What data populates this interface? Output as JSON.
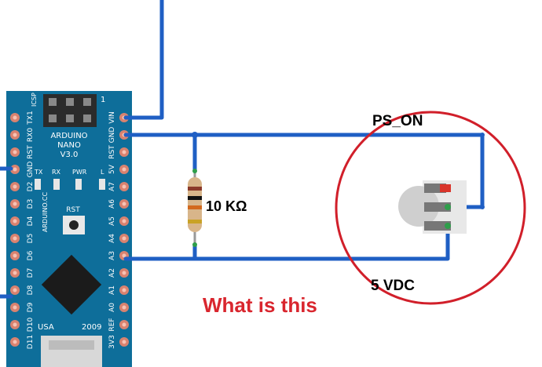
{
  "labels": {
    "ps_on": "PS_ON",
    "vdc": "5 VDC",
    "resistor": "10 KΩ",
    "question": "What is this"
  },
  "board": {
    "brand": "ARDUINO",
    "model": "NANO",
    "version": "V3.0",
    "icsp": "ICSP",
    "one": "1",
    "tx": "TX",
    "rx": "RX",
    "pwr": "PWR",
    "l": "L",
    "rst": "RST",
    "cc": "ARDUINO.CC",
    "usa": "USA",
    "year": "2009",
    "left_pins": [
      "TX1",
      "RX0",
      "RST",
      "GND",
      "D2",
      "D3",
      "D4",
      "D5",
      "D6",
      "D7",
      "D8",
      "D9",
      "D10",
      "D11"
    ],
    "right_pins": [
      "VIN",
      "GND",
      "RST",
      "5V",
      "A7",
      "A6",
      "A5",
      "A4",
      "A3",
      "A2",
      "A1",
      "A0",
      "REF",
      "3V3"
    ]
  },
  "colors": {
    "wire": "#1f5fc4",
    "board": "#0e6e9a",
    "pad": "#d9826f",
    "circle": "#d11f2a",
    "question": "#d9262e"
  }
}
